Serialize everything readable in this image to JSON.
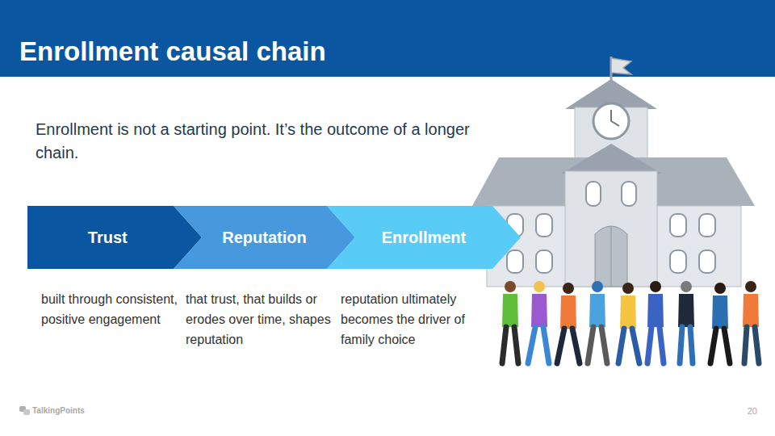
{
  "diagram": {
    "title": "Enrollment causal chain",
    "nodes": [
      {
        "text": [
          "Trust",
          "built through consistent, positive engagement"
        ]
      },
      {
        "text": [
          "Reputation",
          "that trust, that builds or erodes over time, shapes reputation"
        ]
      },
      {
        "text": [
          "Enrollment",
          "reputation ultimately becomes the driver of family choice"
        ]
      }
    ],
    "labels": [
      "Enrollment is not a starting point. It’s the outcome of a longer chain.",
      "TalkingPoints",
      "20"
    ]
  }
}
